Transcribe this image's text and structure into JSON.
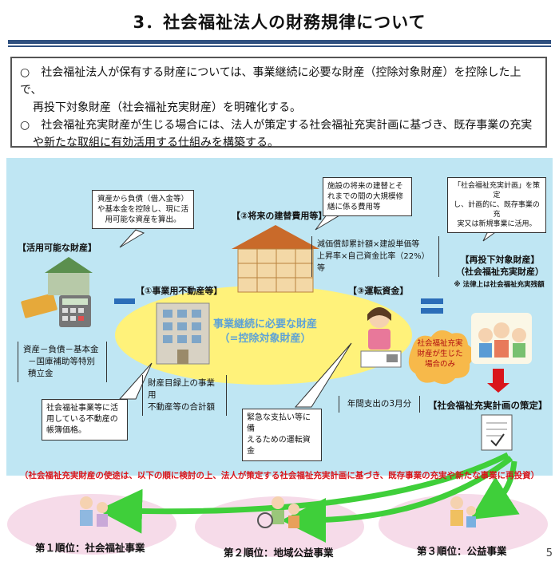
{
  "title": "3．社会福祉法人の財務規律について",
  "summary": {
    "line1a": "○　社会福祉法人が保有する財産については、事業継続に必要な財産（控除対象財産）を控除した上で、",
    "line1b": "再投下対象財産（社会福祉充実財産）を明確化する。",
    "line2a": "○　社会福祉充実財産が生じる場合には、法人が策定する社会福祉充実計画に基づき、既存事業の充実",
    "line2b": "や新たな取組に有効活用する仕組みを構築する。"
  },
  "diagram": {
    "note_available": [
      "資産から負債（借入金等）",
      "や基本金を控除し、現に活",
      "用可能な資産を算出。"
    ],
    "label_available": "【活用可能な財産】",
    "formula_available": [
      "資産－負債－基本金",
      "－国庫補助等特別",
      "積立金"
    ],
    "note_future": [
      "施設の将来の建替とそ",
      "れまでの間の大規模修",
      "繕に係る費用等"
    ],
    "label_future": "【②将来の建替費用等】",
    "formula_future": [
      "減価償却累計額×建設単価等",
      "上昇率×自己資金比率（22%）等"
    ],
    "label_realestate": "【①事業用不動産等】",
    "label_working": "【③運転資金】",
    "center_label": [
      "事業継続に必要な財産",
      "（=控除対象財産）"
    ],
    "formula_realestate": [
      "財産目録上の事業用",
      "不動産等の合計額"
    ],
    "formula_working": "年間支出の3月分",
    "note_realestate": [
      "社会福祉事業等に活",
      "用している不動産の",
      "帳簿価格。"
    ],
    "note_working": [
      "緊急な支払い等に備",
      "えるための運転資金"
    ],
    "note_plan": [
      "「社会福祉充実計画」を策定",
      "し、計画的に、既存事業の充",
      "実又は新規事業に活用。"
    ],
    "label_reinvest": [
      "【再投下対象財産】",
      "（社会福祉充実財産）"
    ],
    "label_reinvest_note": "※ 法律上は社会福祉充実残額",
    "bubble_arising": [
      "社会福祉充実",
      "財産が生じた",
      "場合のみ"
    ],
    "label_plan": "【社会福祉充実計画の策定】",
    "minus_symbol": "－",
    "equals_symbol": "＝"
  },
  "bottom_note": "（社会福祉充実財産の使途は、以下の順に検討の上、法人が策定する社会福祉充実計画に基づき、既存事業の充実や新たな事業に再投資）",
  "ranks": {
    "rank1": "第１順位：社会福祉事業",
    "rank2": "第２順位：地域公益事業",
    "rank3": "第３順位：公益事業"
  },
  "page_number": "5",
  "colors": {
    "diagram_bg": "#bfe6f3",
    "ellipse": "#fff27a",
    "center_text": "#5fa3d6",
    "accent_red": "#d9151b",
    "arrow_green": "#3fcf3a",
    "pink_oval": "#f6dbe9",
    "minus_blue": "#2b6db8"
  }
}
